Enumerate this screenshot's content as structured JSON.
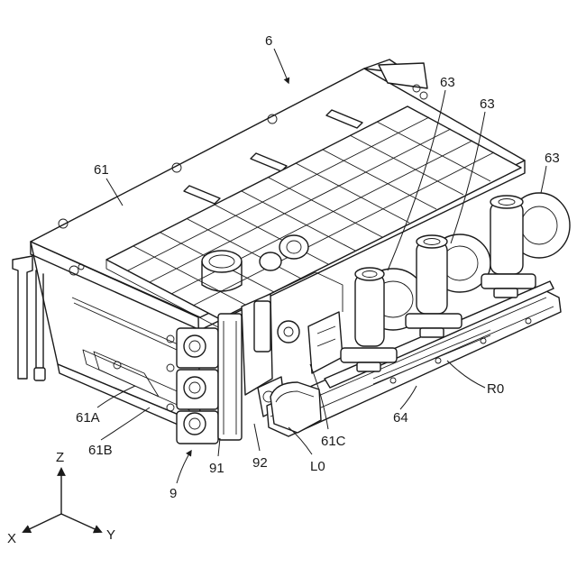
{
  "labels": {
    "l6": "6",
    "l61": "61",
    "l63a": "63",
    "l63b": "63",
    "l63c": "63",
    "l61A": "61A",
    "l61B": "61B",
    "l61C": "61C",
    "l9": "9",
    "l91": "91",
    "l92": "92",
    "lL0": "L0",
    "lR0": "R0",
    "l64": "64"
  },
  "axes": {
    "z": "Z",
    "x": "X",
    "y": "Y"
  }
}
